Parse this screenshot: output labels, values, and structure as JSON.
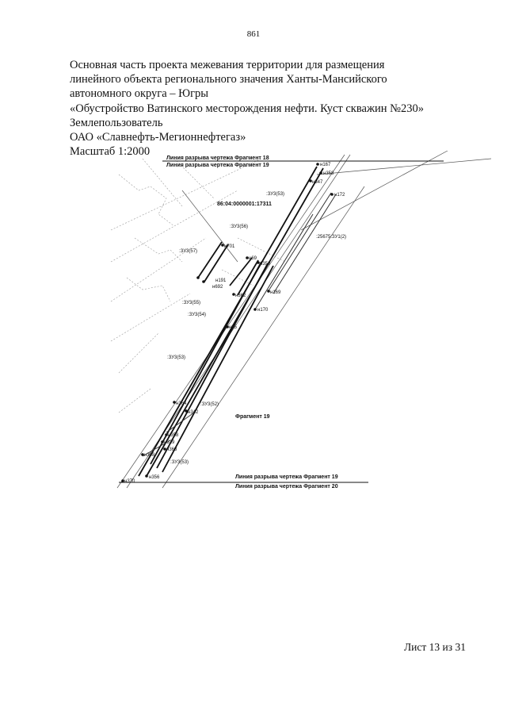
{
  "page_number": "861",
  "header": {
    "line1": "Основная часть проекта межевания территории для размещения",
    "line2": "линейного объекта регионального значения Ханты-Мансийского",
    "line3": "автономного округа – Югры",
    "line4": "«Обустройство Ватинского месторождения нефти. Куст скважин №230»",
    "line5": "Землепользователь",
    "line6": "ОАО «Славнефть-Мегионнефтегаз»",
    "line7": "Масштаб 1:2000"
  },
  "drawing": {
    "break_line_18": "Линия разрыва чертежа Фрагмент 18",
    "break_line_19_top": "Линия разрыва чертежа Фрагмент 19",
    "break_line_19_bottom": "Линия разрыва чертежа Фрагмент 19",
    "break_line_20": "Линия разрыва чертежа Фрагмент 20",
    "fragment_label": "Фрагмент 19",
    "cadastral_number": "86:04:0000001:17311",
    "parcel_zu3_53_top": ":ЗУ3(53)",
    "parcel_zu3_56": ":ЗУ3(56)",
    "parcel_zu3_57": ":ЗУ3(57)",
    "parcel_zu3_55": ":ЗУ3(55)",
    "parcel_zu3_54": ":ЗУ3(54)",
    "parcel_zu3_53_mid": ":ЗУ3(53)",
    "parcel_zu3_52": ":ЗУ3(52)",
    "parcel_zu3_53_low": ":ЗУ3(53)",
    "parcel_25675": ":25675:ЗУ1(2)",
    "points": {
      "n167": "н167",
      "n358": "н358",
      "n347": "н347",
      "n172": "н172",
      "n701": "н701",
      "n69": "н69",
      "n350": "н350",
      "n191": "н191",
      "n692": "н692",
      "n169": "н169",
      "n362": "н362",
      "n170": "н170",
      "n35": "н35",
      "n364": "н364",
      "n342": "н342",
      "n358b": "н358",
      "n339": "н339",
      "n363": "н363",
      "n348": "н348",
      "n356": "н356",
      "n370": "н370"
    }
  },
  "footer": {
    "sheet_label": "Лист 13 из 31"
  }
}
